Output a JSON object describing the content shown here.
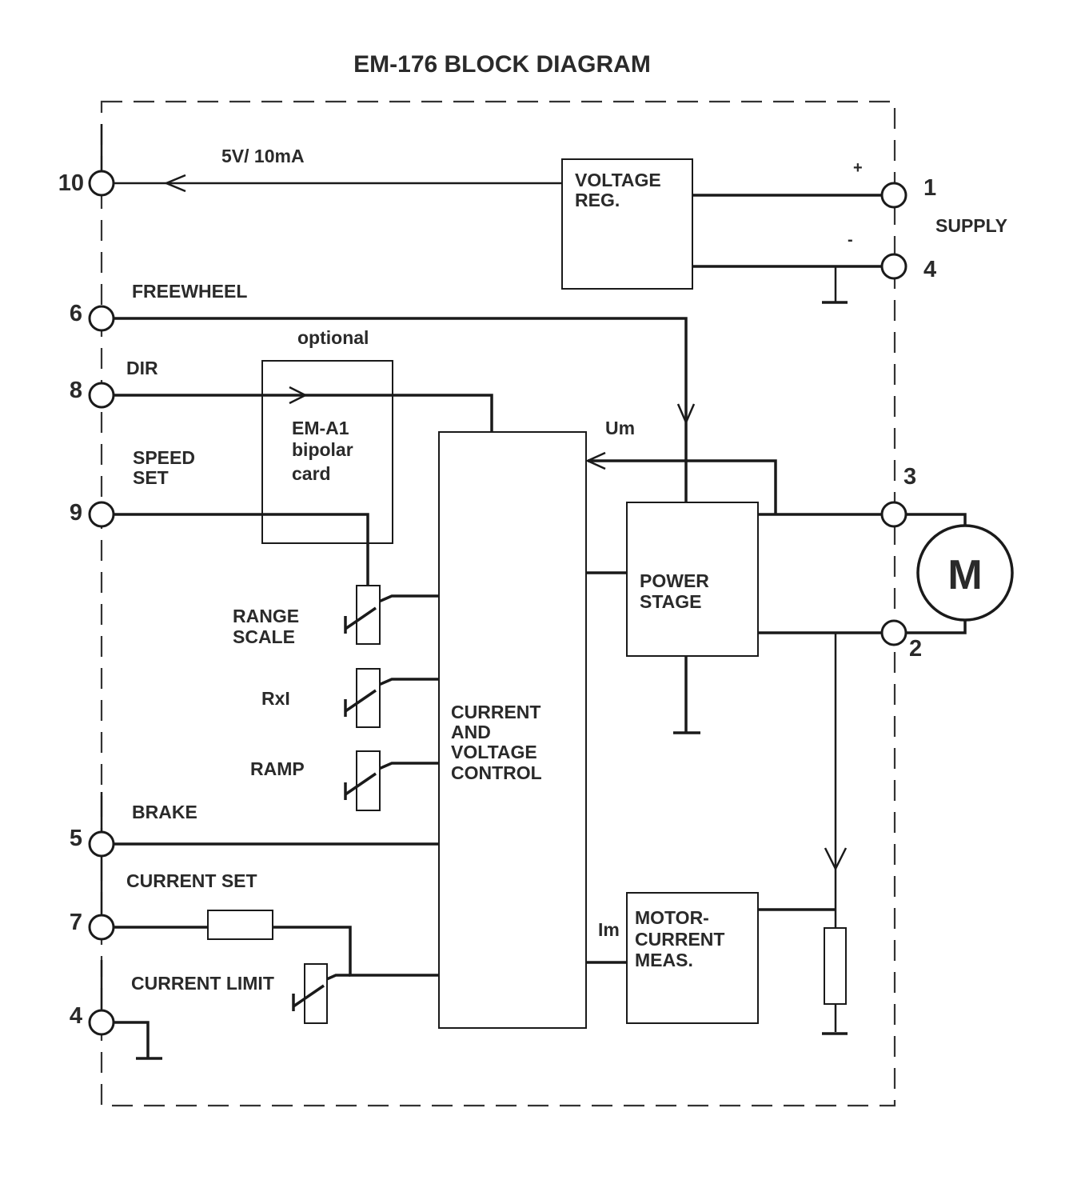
{
  "title": "EM-176  BLOCK DIAGRAM",
  "labels": {
    "voltage_out": "5V/ 10mA",
    "freewheel": "FREEWHEEL",
    "dir": "DIR",
    "speed_set_1": "SPEED",
    "speed_set_2": "SET",
    "optional": "optional",
    "brake": "BRAKE",
    "current_set": "CURRENT SET",
    "current_limit": "CURRENT LIMIT",
    "range_scale_1": "RANGE",
    "range_scale_2": "SCALE",
    "rxi": "RxI",
    "ramp": "RAMP",
    "um": "Um",
    "im": "Im",
    "supply": "SUPPLY",
    "plus": "+",
    "minus": "-",
    "motor": "M"
  },
  "terminals": {
    "t10": "10",
    "t6": "6",
    "t8": "8",
    "t9": "9",
    "t5": "5",
    "t7": "7",
    "t4_left": "4",
    "t1": "1",
    "t4_right": "4",
    "t3": "3",
    "t2": "2"
  },
  "blocks": {
    "voltage_reg_1": "VOLTAGE",
    "voltage_reg_2": "REG.",
    "em_a1_1": "EM-A1",
    "em_a1_2": "bipolar",
    "em_a1_3": "card",
    "cv_control_1": "CURRENT",
    "cv_control_2": "AND",
    "cv_control_3": "VOLTAGE",
    "cv_control_4": "CONTROL",
    "power_stage_1": "POWER",
    "power_stage_2": "STAGE",
    "motor_meas_1": "MOTOR-",
    "motor_meas_2": "CURRENT",
    "motor_meas_3": "MEAS."
  }
}
